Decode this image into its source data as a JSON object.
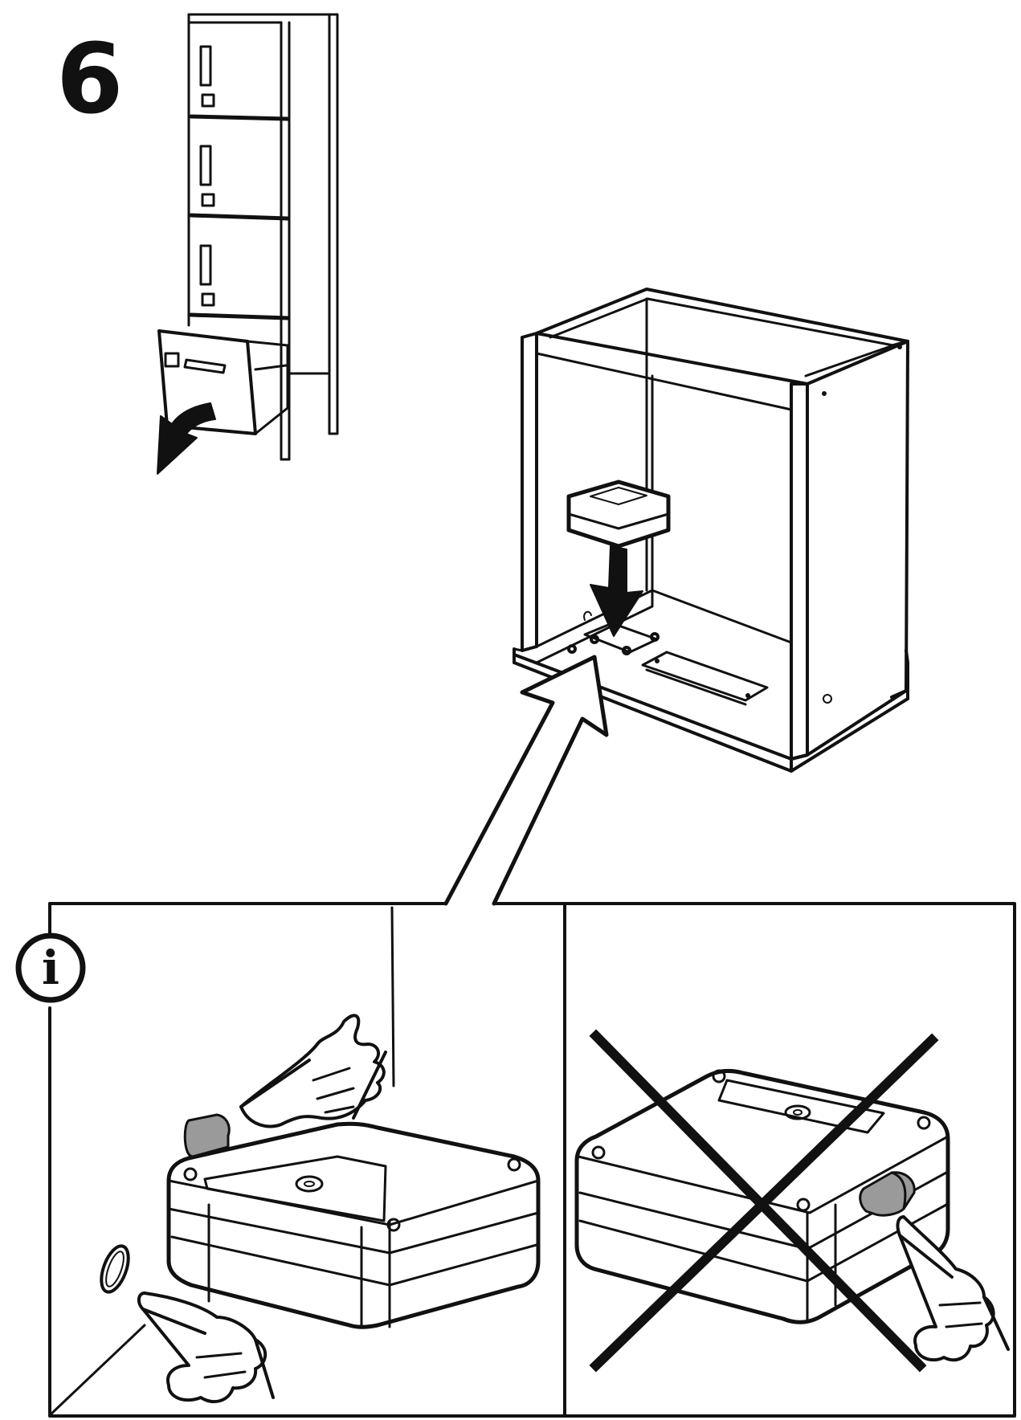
{
  "step": {
    "number": "6"
  },
  "info_panel": {
    "glyph": "i",
    "icon": "info-icon"
  },
  "colors": {
    "line": "#111111",
    "fill": "#ffffff",
    "button_gray": "#9a9a9a"
  },
  "panels": {
    "left": {
      "meaning": "correct-method",
      "icon": "pointing-hand-icon"
    },
    "right": {
      "meaning": "incorrect-method",
      "icon": "cross-mark-icon"
    }
  }
}
